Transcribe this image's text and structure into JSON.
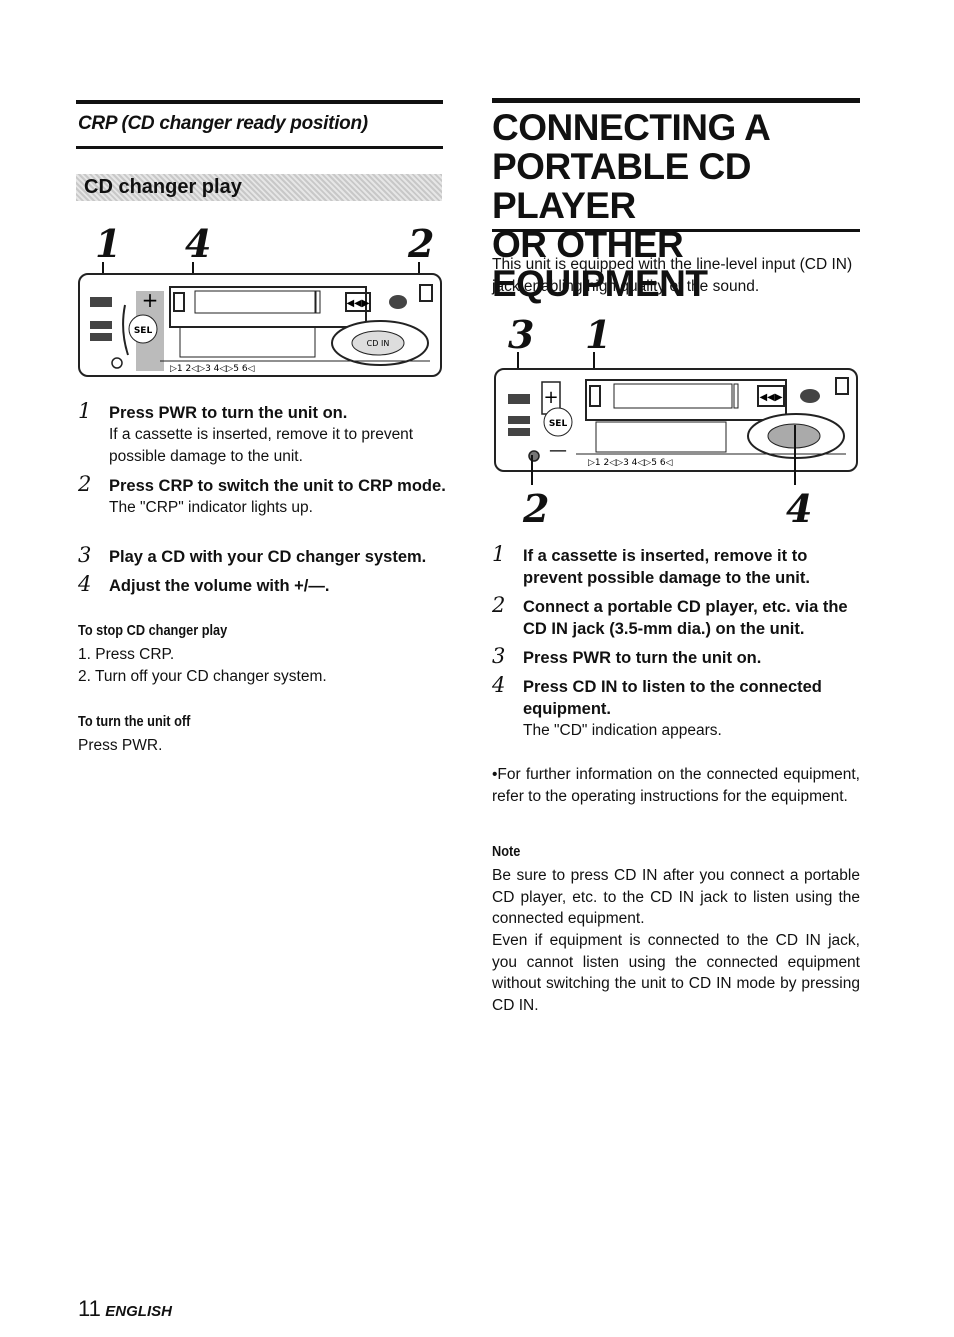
{
  "left": {
    "section_title": "CRP (CD changer ready position)",
    "badge": "CD changer play",
    "callouts": [
      "1",
      "4",
      "2"
    ],
    "steps": [
      {
        "num": "1",
        "text": "Press PWR to turn the unit on.",
        "sub": "If a cassette is inserted, remove it to prevent possible damage to the unit."
      },
      {
        "num": "2",
        "text": "Press CRP to switch the unit to CRP mode.",
        "sub": "The \"CRP\" indicator lights up."
      },
      {
        "num": "3",
        "text": "Play a CD with your CD changer system.",
        "sub": ""
      },
      {
        "num": "4",
        "text": "Adjust the volume with +/—.",
        "sub": ""
      }
    ],
    "stop_heading": "To stop CD changer play",
    "stop_lines": [
      "1. Press CRP.",
      "2. Turn off your CD changer system."
    ],
    "off_heading": "To turn the unit off",
    "off_text": "Press PWR."
  },
  "right": {
    "title_lines": [
      "CONNECTING A",
      "PORTABLE CD PLAYER",
      "OR OTHER EQUIPMENT"
    ],
    "intro": "This unit is equipped with the line-level input (CD IN) jack enabling high quality of the sound.",
    "callouts_top": [
      "3",
      "1"
    ],
    "callouts_bottom": [
      "2",
      "4"
    ],
    "steps": [
      {
        "num": "1",
        "text": "If a cassette is inserted, remove it to prevent possible damage to the unit.",
        "sub": ""
      },
      {
        "num": "2",
        "text": "Connect a portable CD player, etc. via the CD IN jack (3.5-mm dia.) on the unit.",
        "sub": ""
      },
      {
        "num": "3",
        "text": "Press PWR to turn the unit on.",
        "sub": ""
      },
      {
        "num": "4",
        "text": "Press CD IN to listen to the connected equipment.",
        "sub": "The \"CD\" indication appears."
      }
    ],
    "bullet": "•For further information on the connected equipment, refer to the operating instructions for the equipment.",
    "note_heading": "Note",
    "note_1": "Be sure to press CD IN after you connect a portable CD player, etc. to the CD IN jack to listen using the connected equipment.",
    "note_2": "Even if equipment is connected to the CD IN jack, you cannot listen using the connected equipment without switching the unit to CD IN mode by pressing CD IN."
  },
  "device_labels": {
    "sel": "SEL",
    "cd_in": "CD IN",
    "plus": "+",
    "minus": "—"
  },
  "footer": {
    "page": "11",
    "lang": "ENGLISH"
  }
}
